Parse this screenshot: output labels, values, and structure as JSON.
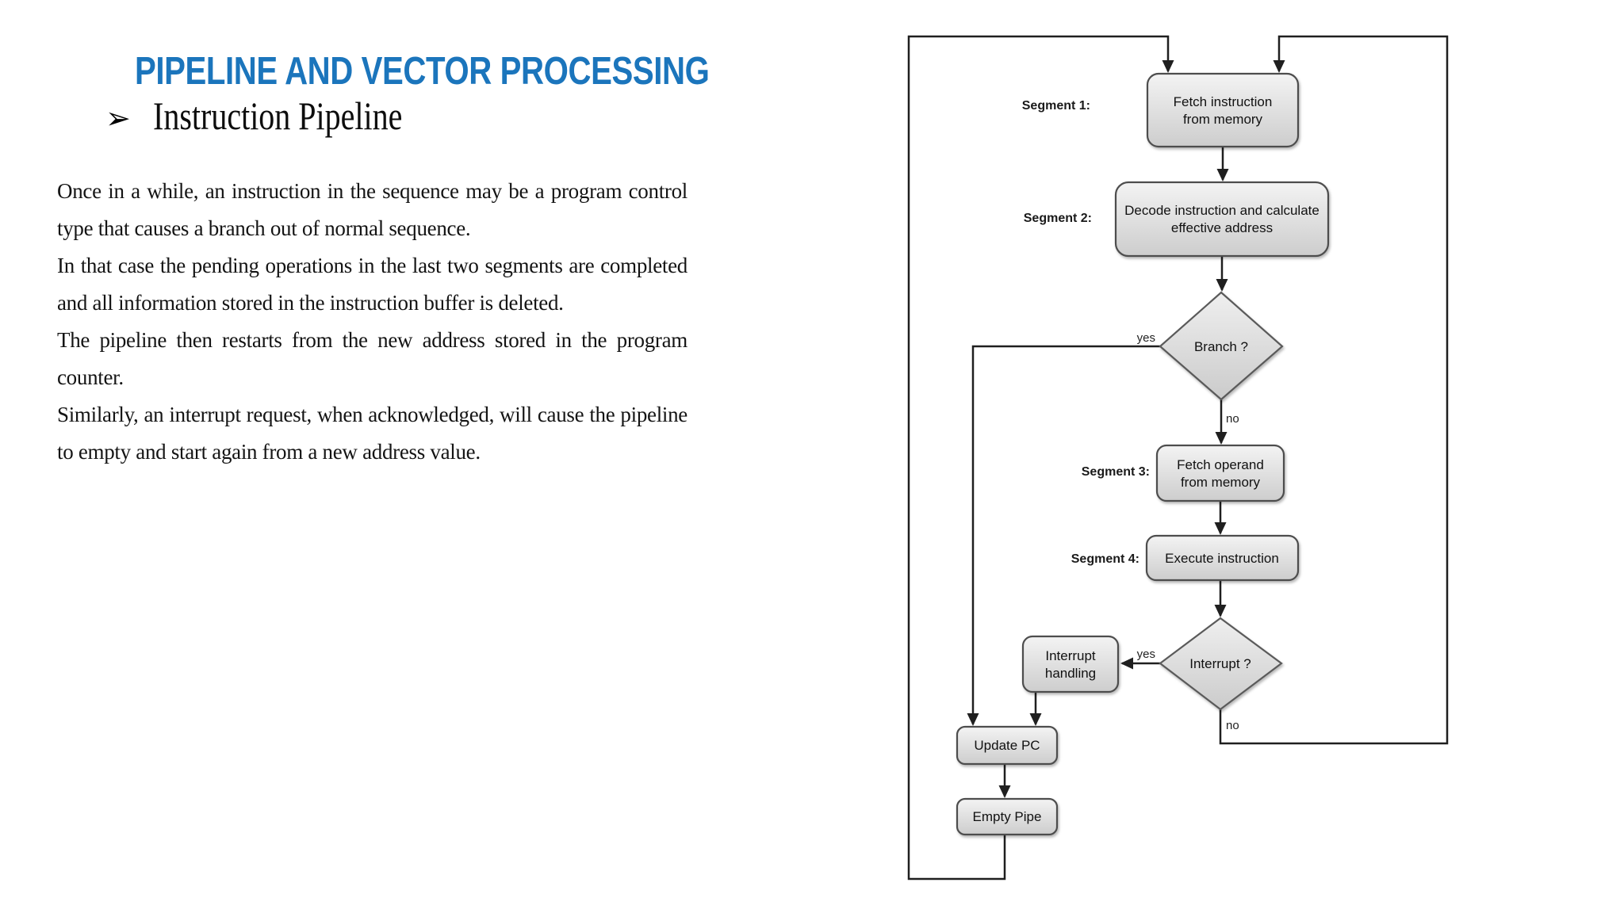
{
  "slide": {
    "title": "PIPELINE AND VECTOR PROCESSING",
    "title_color": "#1b75bc",
    "bullet_glyph": "➢",
    "subtitle": "Instruction Pipeline",
    "paragraphs": [
      "Once in a while, an instruction in the sequence may be a program control type that causes a branch out of normal sequence.",
      "In that case the pending operations in the last two segments are completed and all information stored in the instruction buffer is deleted.",
      "The pipeline then restarts from the new address stored in the program counter.",
      "Similarly, an interrupt request, when acknowledged, will cause the pipeline to empty and start again from a new address value."
    ]
  },
  "diagram": {
    "type": "flowchart",
    "labels": {
      "segment1": "Segment 1:",
      "segment2": "Segment 2:",
      "segment3": "Segment 3:",
      "segment4": "Segment 4:",
      "branch_yes": "yes",
      "branch_no": "no",
      "interrupt_yes": "yes",
      "interrupt_no": "no"
    },
    "nodes": {
      "fetch_instruction": {
        "line1": "Fetch instruction",
        "line2": "from memory"
      },
      "decode": {
        "line1": "Decode instruction and calculate",
        "line2": "effective address"
      },
      "branch": {
        "label": "Branch ?"
      },
      "fetch_operand": {
        "line1": "Fetch operand",
        "line2": "from memory"
      },
      "execute": {
        "label": "Execute instruction"
      },
      "interrupt": {
        "label": "Interrupt ?"
      },
      "interrupt_handling": {
        "line1": "Interrupt",
        "line2": "handling"
      },
      "update_pc": {
        "label": "Update PC"
      },
      "empty_pipe": {
        "label": "Empty Pipe"
      }
    }
  }
}
